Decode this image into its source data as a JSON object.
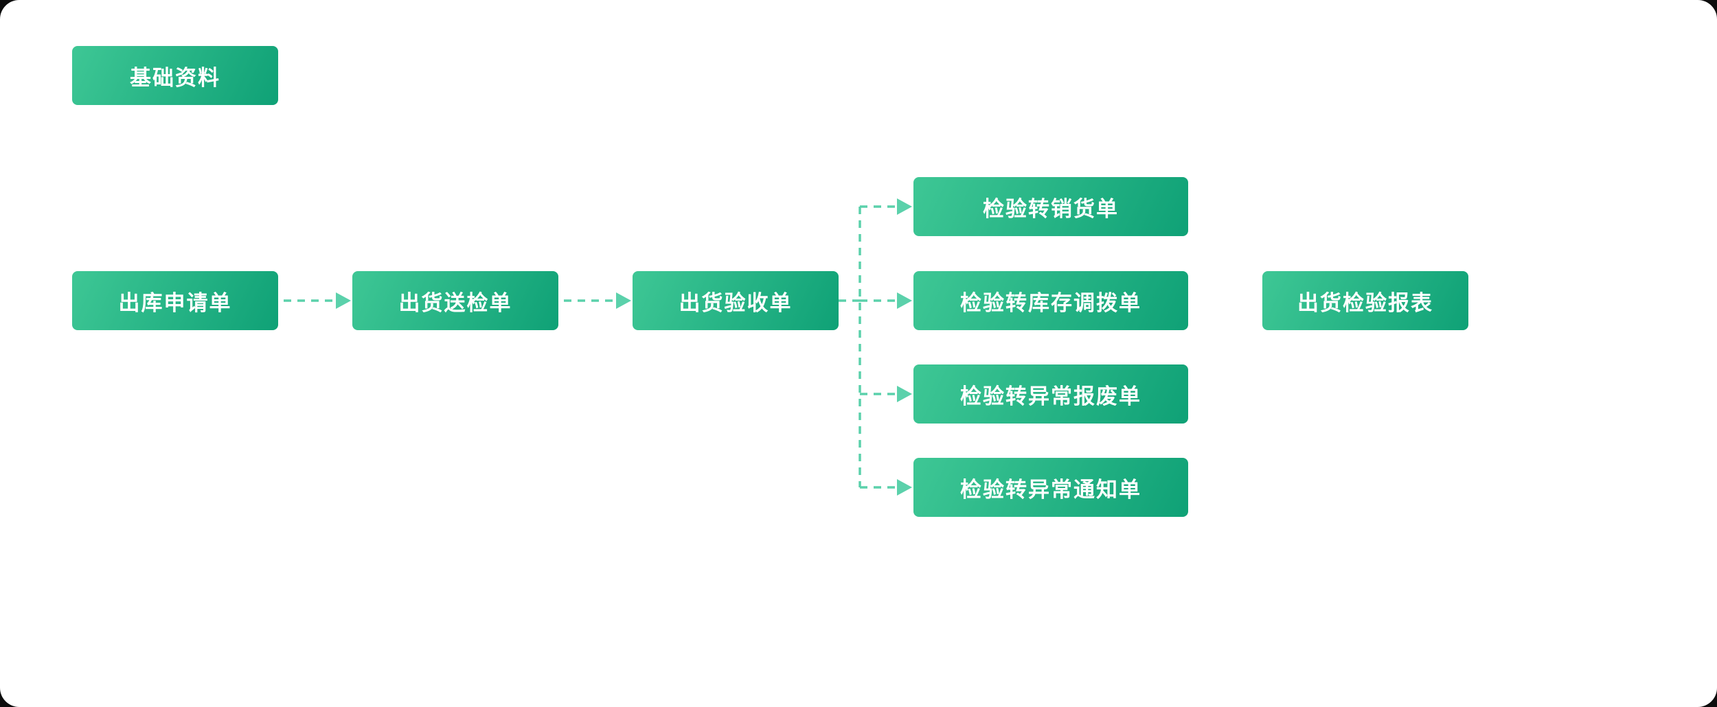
{
  "diagram": {
    "title": "shipment-inspection-flow",
    "colors": {
      "gradient_start": "#3ec795",
      "gradient_end": "#0fa176",
      "arrow": "#5bd1ab",
      "background": "#ffffff"
    },
    "nodes": [
      {
        "id": "basic-data",
        "label": "基础资料"
      },
      {
        "id": "outbound-application",
        "label": "出库申请单"
      },
      {
        "id": "shipment-inspection-submission",
        "label": "出货送检单"
      },
      {
        "id": "shipment-acceptance",
        "label": "出货验收单"
      },
      {
        "id": "inspection-to-sales-order",
        "label": "检验转销货单"
      },
      {
        "id": "inspection-to-inventory-transfer",
        "label": "检验转库存调拨单"
      },
      {
        "id": "inspection-to-abnormal-scrap",
        "label": "检验转异常报废单"
      },
      {
        "id": "inspection-to-abnormal-notice",
        "label": "检验转异常通知单"
      },
      {
        "id": "shipment-inspection-report",
        "label": "出货检验报表"
      }
    ],
    "edges": [
      {
        "from": "outbound-application",
        "to": "shipment-inspection-submission",
        "style": "dashed-arrow"
      },
      {
        "from": "shipment-inspection-submission",
        "to": "shipment-acceptance",
        "style": "dashed-arrow"
      },
      {
        "from": "shipment-acceptance",
        "to": "inspection-to-sales-order",
        "style": "dashed-arrow"
      },
      {
        "from": "shipment-acceptance",
        "to": "inspection-to-inventory-transfer",
        "style": "dashed-arrow"
      },
      {
        "from": "shipment-acceptance",
        "to": "inspection-to-abnormal-scrap",
        "style": "dashed-arrow"
      },
      {
        "from": "shipment-acceptance",
        "to": "inspection-to-abnormal-notice",
        "style": "dashed-arrow"
      }
    ]
  }
}
